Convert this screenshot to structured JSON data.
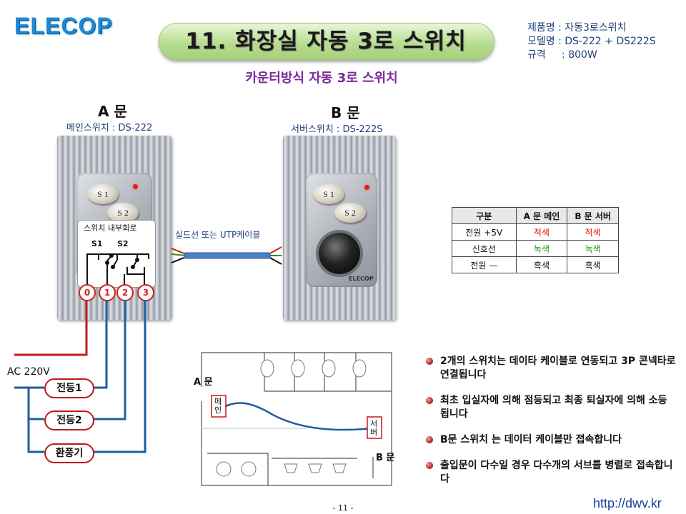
{
  "brand": {
    "logo": "ELECOP"
  },
  "title": "11. 화장실 자동 3로 스위치",
  "subtitle": "카운터방식 자동 3로 스위치",
  "product_info": [
    {
      "label": "제품명 :",
      "value": "자동3로스위치"
    },
    {
      "label": "모델명 :",
      "value": "DS-222  +  DS222S"
    },
    {
      "label": "규격",
      "value": ": 800W"
    }
  ],
  "door_a": {
    "heading": "A 문",
    "model": "메인스위치 : DS-222",
    "s1": "S 1",
    "s2": "S 2"
  },
  "door_b": {
    "heading": "B 문",
    "model": "서버스위치 : DS-222S",
    "s1": "S 1",
    "s2": "S 2",
    "brand": "ELECOP"
  },
  "internal_circuit": {
    "title": "스위치 내부회로",
    "s1": "S1",
    "s2": "S2"
  },
  "terminals": [
    "0",
    "1",
    "2",
    "3"
  ],
  "cable_label": "실드선 또는 UTP케이블",
  "power_label": "AC 220V",
  "loads": [
    "전등1",
    "전등2",
    "환풍기"
  ],
  "spec_table": {
    "headers": [
      "구분",
      "A 문 메인",
      "B 문 서버"
    ],
    "rows": [
      {
        "name": "전원 +5V",
        "a": "적색",
        "b": "적색",
        "color": "#e01010"
      },
      {
        "name": "신호선",
        "a": "녹색",
        "b": "녹색",
        "color": "#129a12"
      },
      {
        "name": "전원 —",
        "a": "흑색",
        "b": "흑색",
        "color": "#111111"
      }
    ]
  },
  "floor_plan": {
    "door_a": "A 문",
    "door_b": "B 문",
    "main_tag": "메인",
    "server_tag": "서버"
  },
  "notes": [
    "2개의 스위치는 데이타 케이블로 연동되고 3P 콘넥타로 연결됩니다",
    "최초 입실자에 의해 점등되고 최종 퇴실자에 의해 소등됩니다",
    "B문 스위치 는 데이터 케이블만 접속합니다",
    "출입문이 다수일 경우 다수개의 서브를 병렬로 접속합니다"
  ],
  "page_number": "- 11 -",
  "url": "http://dwv.kr",
  "colors": {
    "wire_red": "#c41a1a",
    "wire_blue": "#1d5e9e",
    "title_green": "#b9dd92"
  }
}
